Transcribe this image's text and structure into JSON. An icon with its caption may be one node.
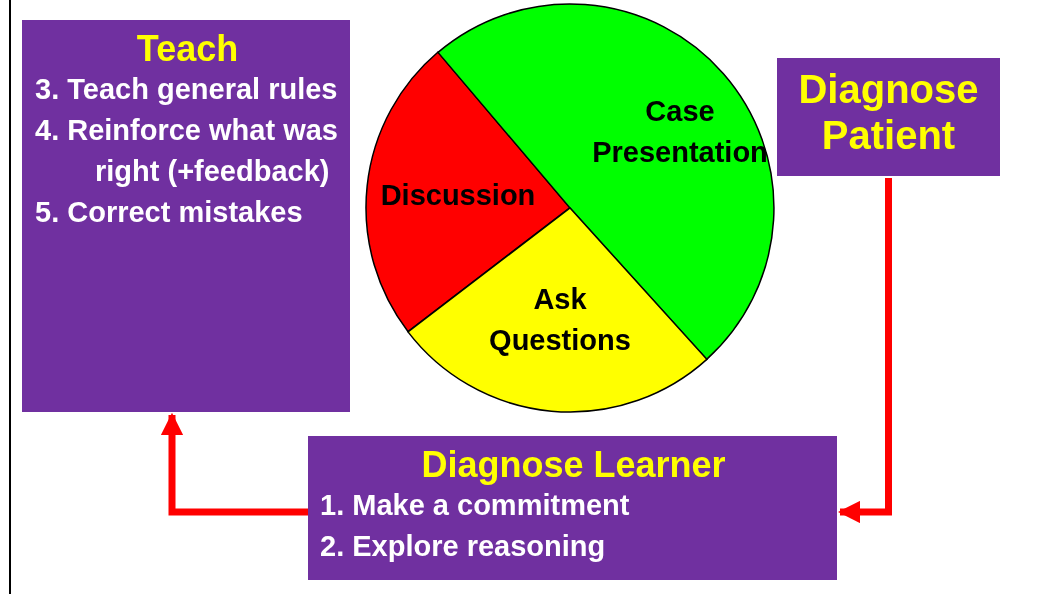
{
  "diagram": {
    "nodes": [
      {
        "text": [
          "Teach",
          "3. Teach general rules",
          "4. Reinforce what was right (+feedback)",
          "5. Correct mistakes"
        ]
      },
      {
        "text": [
          "Discussion"
        ]
      },
      {
        "text": [
          "Case Presentation"
        ]
      },
      {
        "text": [
          "Ask Questions"
        ]
      },
      {
        "text": [
          "Diagnose Patient"
        ]
      },
      {
        "text": [
          "Diagnose Learner",
          "1. Make a commitment",
          "2. Explore reasoning"
        ]
      }
    ],
    "edges": [
      {
        "from": 4,
        "to": 5,
        "arrow": "to"
      },
      {
        "from": 5,
        "to": 0,
        "arrow": "to"
      }
    ]
  }
}
